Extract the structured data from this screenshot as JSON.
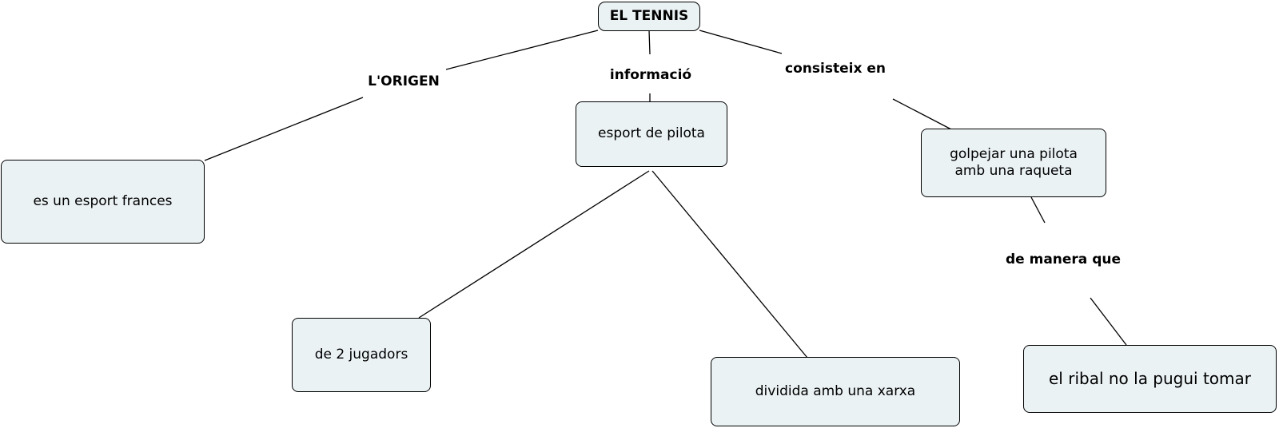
{
  "concept_map": {
    "root": "EL TENNIS",
    "links": {
      "origen": "L'ORIGEN",
      "informacio": "informació",
      "consisteix": "consisteix en",
      "de_manera": "de manera que"
    },
    "concepts": {
      "esport_frances": "es un esport frances",
      "esport_pilota": "esport de pilota",
      "golpejar": "golpejar una pilota\namb una raqueta",
      "jugadors": "de 2 jugadors",
      "xarxa": "dividida amb una xarxa",
      "ribal": "el ribal no la pugui tomar"
    }
  }
}
